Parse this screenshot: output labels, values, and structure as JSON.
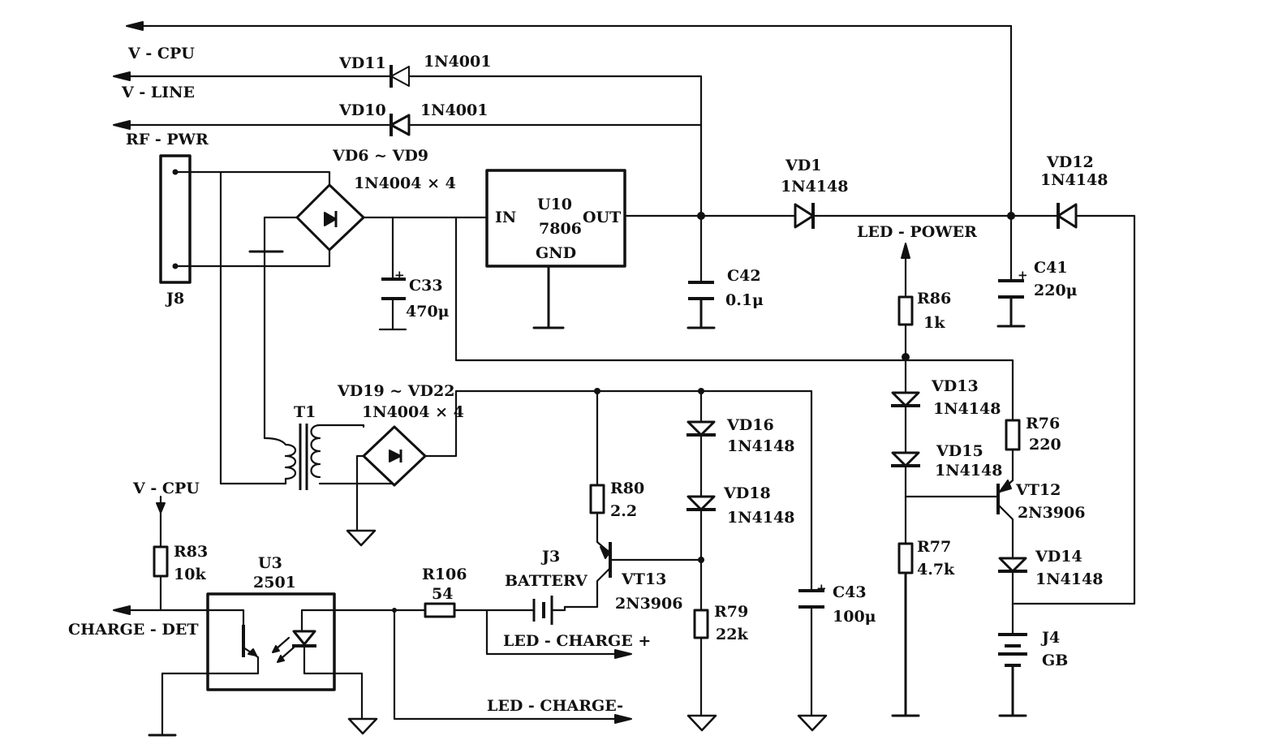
{
  "nets": {
    "v_cpu_top": "V - CPU",
    "v_line": "V - LINE",
    "rf_pwr": "RF - PWR",
    "led_power": "LED - POWER",
    "v_cpu_left": "V - CPU",
    "charge_det": "CHARGE - DET",
    "led_charge_plus": "LED - CHARGE +",
    "led_charge_minus": "LED - CHARGE-"
  },
  "components": {
    "vd11": {
      "ref": "VD11",
      "value": "1N4001"
    },
    "vd10": {
      "ref": "VD10",
      "value": "1N4001"
    },
    "bridge1": {
      "ref": "VD6 ~ VD9",
      "value": "1N4004 × 4"
    },
    "j8": {
      "ref": "J8"
    },
    "u10": {
      "in": "IN",
      "ref": "U10",
      "part": "7806",
      "out": "OUT",
      "gnd": "GND"
    },
    "c33": {
      "ref": "C33",
      "value": "470μ"
    },
    "c42": {
      "ref": "C42",
      "value": "0.1μ"
    },
    "vd1": {
      "ref": "VD1",
      "value": "1N4148"
    },
    "vd12": {
      "ref": "VD12",
      "value": "1N4148"
    },
    "c41": {
      "ref": "C41",
      "value": "220μ"
    },
    "r86": {
      "ref": "R86",
      "value": "1k"
    },
    "vd13": {
      "ref": "VD13",
      "value": "1N4148"
    },
    "vd15": {
      "ref": "VD15",
      "value": "1N4148"
    },
    "r76": {
      "ref": "R76",
      "value": "220"
    },
    "vt12": {
      "ref": "VT12",
      "value": "2N3906"
    },
    "r77": {
      "ref": "R77",
      "value": "4.7k"
    },
    "vd14": {
      "ref": "VD14",
      "value": "1N4148"
    },
    "j4": {
      "ref": "J4",
      "value": "GB"
    },
    "t1": {
      "ref": "T1"
    },
    "bridge2": {
      "ref": "VD19 ~ VD22",
      "value": "1N4004 × 4"
    },
    "vd16": {
      "ref": "VD16",
      "value": "1N4148"
    },
    "vd18": {
      "ref": "VD18",
      "value": "1N4148"
    },
    "r80": {
      "ref": "R80",
      "value": "2.2"
    },
    "vt13": {
      "ref": "VT13",
      "value": "2N3906"
    },
    "r79": {
      "ref": "R79",
      "value": "22k"
    },
    "c43": {
      "ref": "C43",
      "value": "100μ"
    },
    "r83": {
      "ref": "R83",
      "value": "10k"
    },
    "u3": {
      "ref": "U3",
      "value": "2501"
    },
    "r106": {
      "ref": "R106",
      "value": "54"
    },
    "j3": {
      "ref": "J3",
      "value": "BATTERV"
    }
  },
  "polarity": "+"
}
